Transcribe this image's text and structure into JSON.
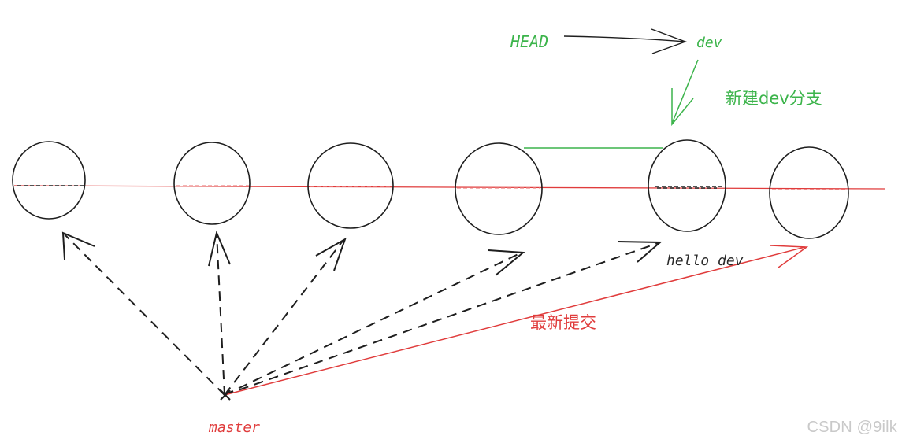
{
  "labels": {
    "head": "HEAD",
    "dev": "dev",
    "new_branch": "新建dev分支",
    "hello_dev": "hello dev",
    "latest_commit": "最新提交",
    "master": "master"
  },
  "watermark": "CSDN @9ilk",
  "colors": {
    "green": "#3cb44b",
    "red": "#e03c3c",
    "black": "#1e1e1e",
    "watermark": "#c9c9c9"
  },
  "commit_count": 6
}
